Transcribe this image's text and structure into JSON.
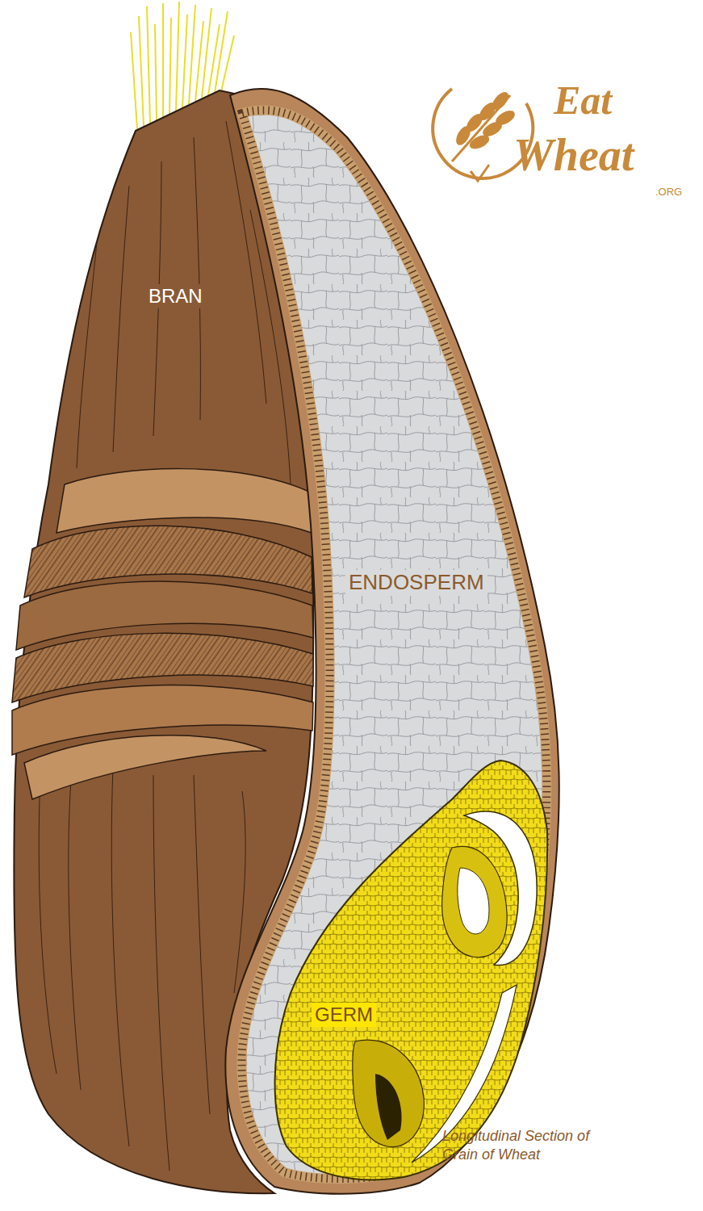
{
  "diagram": {
    "caption": "Longitudinal Section of Grain of Wheat",
    "labels": [
      "BRAN",
      "ENDOSPERM",
      "GERM",
      "Eat",
      "Wheat",
      ".ORG"
    ]
  }
}
